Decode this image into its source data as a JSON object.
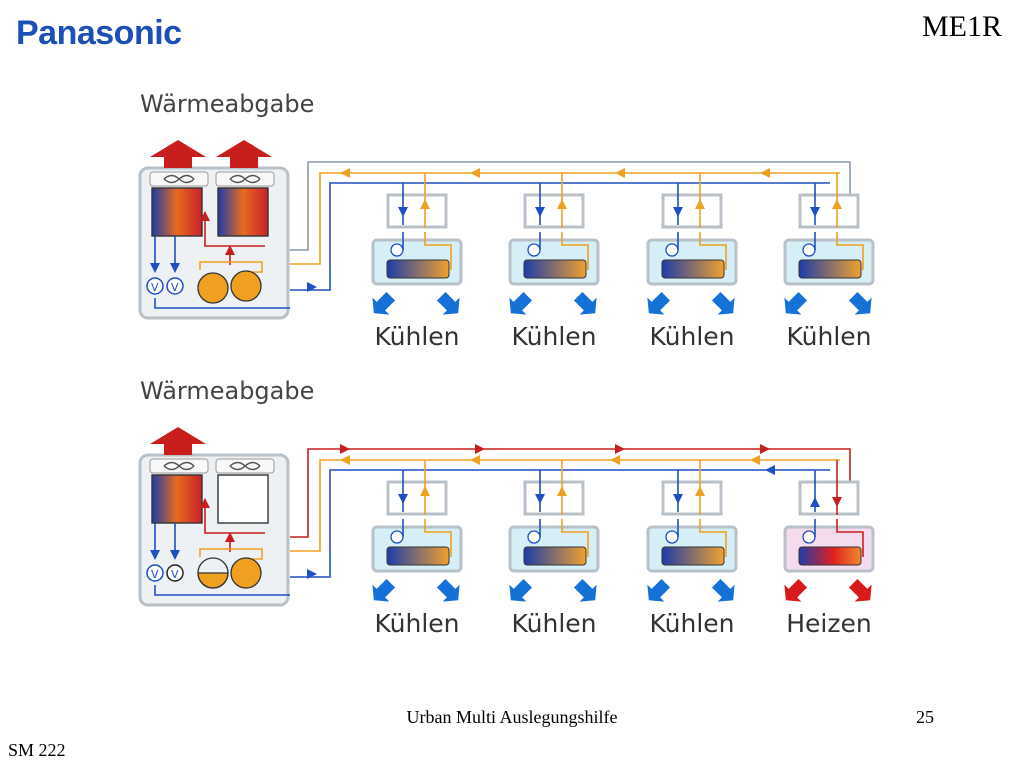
{
  "header": {
    "brand": "Panasonic",
    "code": "ME1R"
  },
  "footer": {
    "title": "Urban Multi Auslegungshilfe",
    "page": "25",
    "ref": "SM 222"
  },
  "diagrams": [
    {
      "title": "Wärmeabgabe",
      "units": [
        {
          "label": "Kühlen",
          "mode": "cool"
        },
        {
          "label": "Kühlen",
          "mode": "cool"
        },
        {
          "label": "Kühlen",
          "mode": "cool"
        },
        {
          "label": "Kühlen",
          "mode": "cool"
        }
      ],
      "condensers_active": 2
    },
    {
      "title": "Wärmeabgabe",
      "units": [
        {
          "label": "Kühlen",
          "mode": "cool"
        },
        {
          "label": "Kühlen",
          "mode": "cool"
        },
        {
          "label": "Kühlen",
          "mode": "cool"
        },
        {
          "label": "Heizen",
          "mode": "heat"
        }
      ],
      "condensers_active": 1
    }
  ],
  "colors": {
    "brand": "#1d4fb8",
    "cool_pipe": "#1f4fc4",
    "hot_pipe": "#c81e1e",
    "liquid_pipe": "#f0a020",
    "gray_pipe": "#8a9aa8",
    "cool_arrow": "#1570d8",
    "heat_arrow": "#d81a1a"
  }
}
